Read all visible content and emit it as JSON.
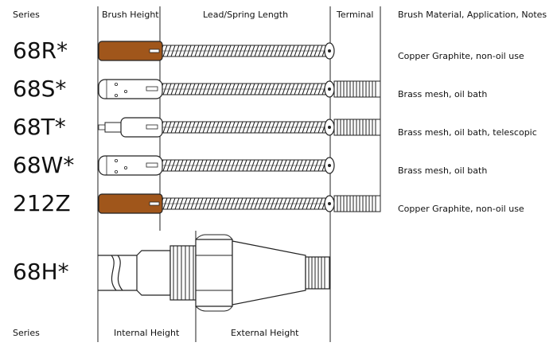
{
  "header": {
    "series": "Series",
    "brush_height": "Brush Height",
    "lead_spring_length": "Lead/Spring Length",
    "terminal": "Terminal",
    "notes": "Brush Material, Application, Notes"
  },
  "rows": [
    {
      "series": "68R*",
      "note": "Copper Graphite, non-oil use",
      "brush": "copper",
      "terminal": "none"
    },
    {
      "series": "68S*",
      "note": "Brass mesh, oil bath",
      "brush": "mesh",
      "terminal": "threaded"
    },
    {
      "series": "68T*",
      "note": "Brass mesh, oil bath, telescopic",
      "brush": "telescopic",
      "terminal": "threaded"
    },
    {
      "series": "68W*",
      "note": "Brass mesh, oil bath",
      "brush": "mesh",
      "terminal": "none"
    },
    {
      "series": "212Z",
      "note": "Copper Graphite, non-oil use",
      "brush": "copper",
      "terminal": "threaded"
    }
  ],
  "holder": {
    "series": "68H*"
  },
  "footer": {
    "series": "Series",
    "internal_height": "Internal Height",
    "external_height": "External Height"
  },
  "colors": {
    "copper": "#a0561b",
    "line": "#222222"
  }
}
